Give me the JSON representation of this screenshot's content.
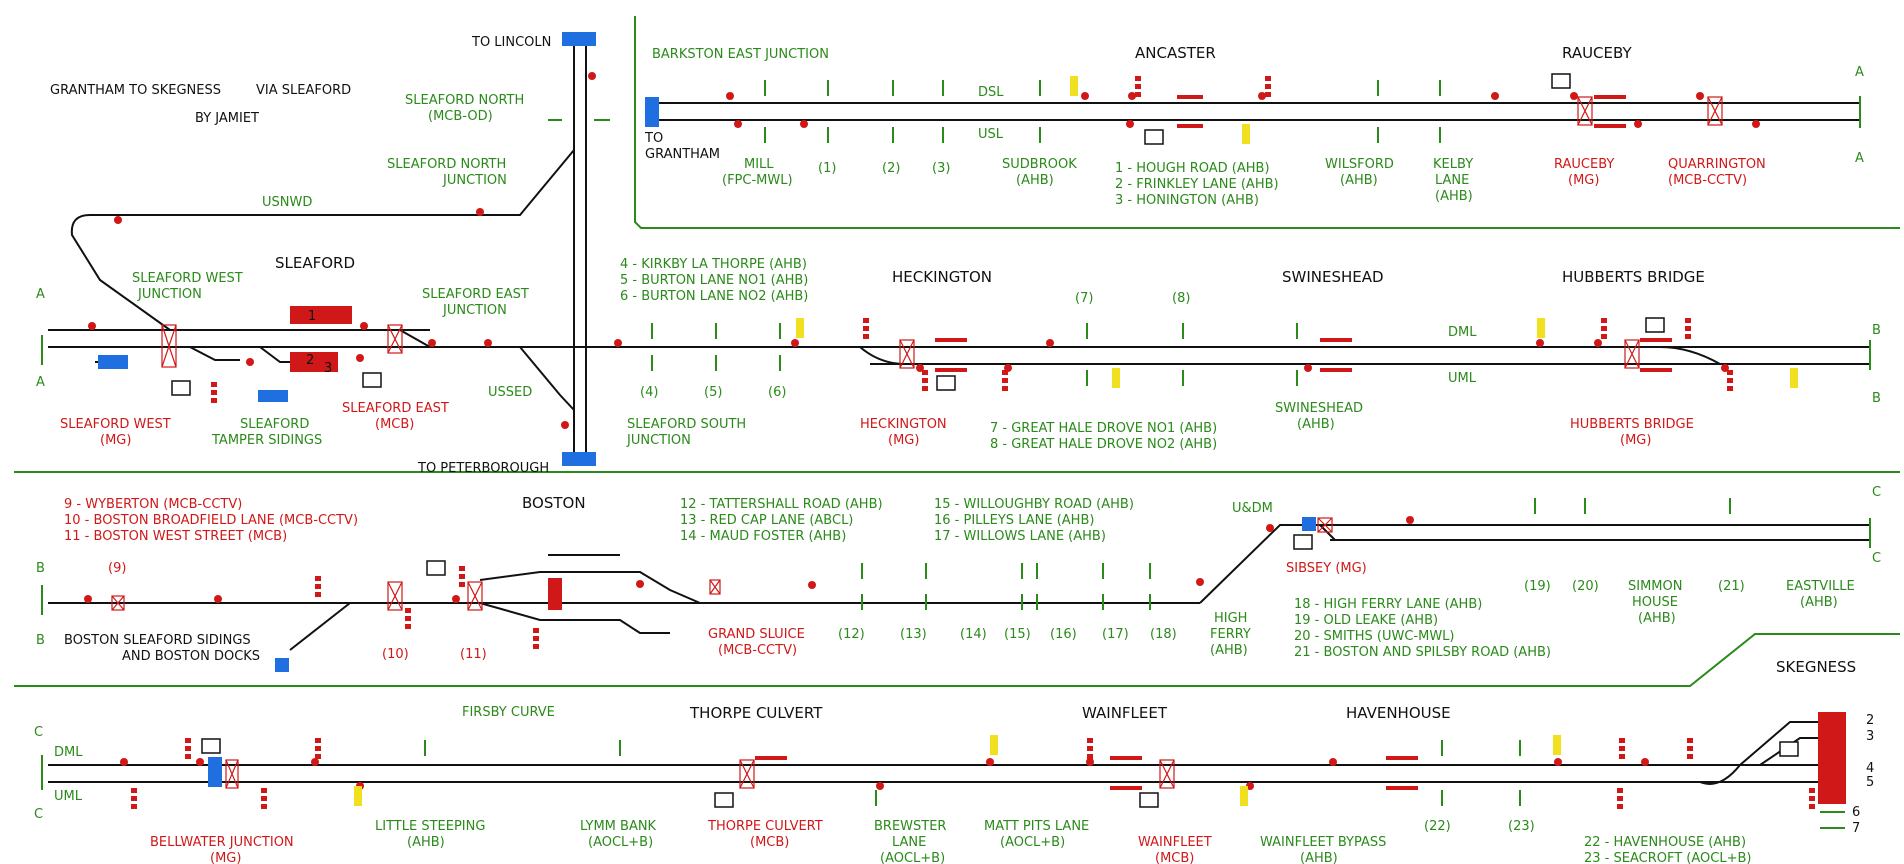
{
  "title": {
    "line1": "GRANTHAM TO SKEGNESS",
    "via": "VIA SLEAFORD",
    "author": "BY JAMIET"
  },
  "colors": {
    "green": "#2a8a1a",
    "red": "#d01818",
    "blue": "#1f6fe0",
    "yellow": "#f0e020",
    "track": "#111111"
  },
  "row1": {
    "barkston": "BARKSTON EAST JUNCTION",
    "to_grantham": [
      "TO",
      "GRANTHAM"
    ],
    "dsl": "DSL",
    "usl": "USL",
    "ancaster": "ANCASTER",
    "rauceby": "RAUCEBY",
    "end_a": "A",
    "mill": [
      "MILL",
      "(FPC-MWL)"
    ],
    "n1": "(1)",
    "n2": "(2)",
    "n3": "(3)",
    "sudbrook": [
      "SUDBROOK",
      "(AHB)"
    ],
    "legend": [
      "1 - HOUGH ROAD (AHB)",
      "2 - FRINKLEY LANE (AHB)",
      "3 - HONINGTON (AHB)"
    ],
    "wilsford": [
      "WILSFORD",
      "(AHB)"
    ],
    "kelby": [
      "KELBY",
      "LANE",
      "(AHB)"
    ],
    "rauceby_box": [
      "RAUCEBY",
      "(MG)"
    ],
    "quarrington": [
      "QUARRINGTON",
      "(MCB-CCTV)"
    ]
  },
  "sleaford": {
    "to_lincoln": "TO LINCOLN",
    "to_peterborough": "TO PETERBOROUGH",
    "north": [
      "SLEAFORD NORTH",
      "(MCB-OD)"
    ],
    "north_jn": [
      "SLEAFORD NORTH",
      "JUNCTION"
    ],
    "usnwd": "USNWD",
    "west_jn": [
      "SLEAFORD WEST",
      "JUNCTION"
    ],
    "name": "SLEAFORD",
    "east_jn": [
      "SLEAFORD EAST",
      "JUNCTION"
    ],
    "ussed": "USSED",
    "west_box": [
      "SLEAFORD WEST",
      "(MG)"
    ],
    "tamper": [
      "SLEAFORD",
      "TAMPER SIDINGS"
    ],
    "east_box": [
      "SLEAFORD EAST",
      "(MCB)"
    ],
    "south_jn": [
      "SLEAFORD SOUTH",
      "JUNCTION"
    ],
    "platforms": [
      "1",
      "2",
      "3"
    ]
  },
  "row2": {
    "start_a": "A",
    "legend": [
      "4 - KIRKBY LA THORPE (AHB)",
      "5 - BURTON LANE NO1 (AHB)",
      "6 - BURTON LANE NO2 (AHB)"
    ],
    "n4": "(4)",
    "n5": "(5)",
    "n6": "(6)",
    "heckington": "HECKINGTON",
    "heckington_box": [
      "HECKINGTON",
      "(MG)"
    ],
    "n7": "(7)",
    "n8": "(8)",
    "legend2": [
      "7 - GREAT HALE DROVE NO1 (AHB)",
      "8 - GREAT HALE DROVE NO2 (AHB)"
    ],
    "swineshead": "SWINESHEAD",
    "swineshead_lc": [
      "SWINESHEAD",
      "(AHB)"
    ],
    "dml": "DML",
    "uml": "UML",
    "hubberts": "HUBBERTS BRIDGE",
    "hubberts_box": [
      "HUBBERTS BRIDGE",
      "(MG)"
    ],
    "end_b": "B"
  },
  "row3": {
    "start_b": "B",
    "legend_red": [
      "9 - WYBERTON (MCB-CCTV)",
      "10 - BOSTON BROADFIELD LANE (MCB-CCTV)",
      "11 - BOSTON WEST STREET (MCB)"
    ],
    "n9": "(9)",
    "n10": "(10)",
    "n11": "(11)",
    "boston": "BOSTON",
    "docks": [
      "BOSTON SLEAFORD SIDINGS",
      "AND BOSTON DOCKS"
    ],
    "legend_a": [
      "12 - TATTERSHALL ROAD (AHB)",
      "13 - RED CAP LANE (ABCL)",
      "14 - MAUD FOSTER (AHB)"
    ],
    "legend_b": [
      "15 - WILLOUGHBY ROAD (AHB)",
      "16 - PILLEYS LANE (AHB)",
      "17 - WILLOWS LANE (AHB)"
    ],
    "grand_sluice": [
      "GRAND SLUICE",
      "(MCB-CCTV)"
    ],
    "n12": "(12)",
    "n13": "(13)",
    "n14": "(14)",
    "n15": "(15)",
    "n16": "(16)",
    "n17": "(17)",
    "n18": "(18)",
    "udm": "U&DM",
    "high_ferry": [
      "HIGH",
      "FERRY",
      "(AHB)"
    ],
    "sibsey": "SIBSEY (MG)",
    "legend_c": [
      "18 - HIGH FERRY LANE (AHB)",
      "19 - OLD LEAKE (AHB)",
      "20 - SMITHS (UWC-MWL)",
      "21 - BOSTON AND SPILSBY ROAD (AHB)"
    ],
    "n19": "(19)",
    "n20": "(20)",
    "n21": "(21)",
    "simmon": [
      "SIMMON",
      "HOUSE",
      "(AHB)"
    ],
    "eastville": [
      "EASTVILLE",
      "(AHB)"
    ],
    "end_c": "C"
  },
  "row4": {
    "start_c": "C",
    "dml": "DML",
    "uml": "UML",
    "firsby": "FIRSBY CURVE",
    "thorpe": "THORPE CULVERT",
    "wainfleet": "WAINFLEET",
    "havenhouse": "HAVENHOUSE",
    "skegness": "SKEGNESS",
    "bellwater": [
      "BELLWATER JUNCTION",
      "(MG)"
    ],
    "little_steeping": [
      "LITTLE STEEPING",
      "(AHB)"
    ],
    "lymm": [
      "LYMM BANK",
      "(AOCL+B)"
    ],
    "thorpe_box": [
      "THORPE CULVERT",
      "(MCB)"
    ],
    "brewster": [
      "BREWSTER",
      "LANE",
      "(AOCL+B)"
    ],
    "matt": [
      "MATT PITS LANE",
      "(AOCL+B)"
    ],
    "wainfleet_box": [
      "WAINFLEET",
      "(MCB)"
    ],
    "bypass": [
      "WAINFLEET BYPASS",
      "(AHB)"
    ],
    "n22": "(22)",
    "n23": "(23)",
    "legend": [
      "22 - HAVENHOUSE (AHB)",
      "23 - SEACROFT (AOCL+B)"
    ],
    "platforms": [
      "2",
      "3",
      "4",
      "5",
      "6",
      "7"
    ]
  }
}
